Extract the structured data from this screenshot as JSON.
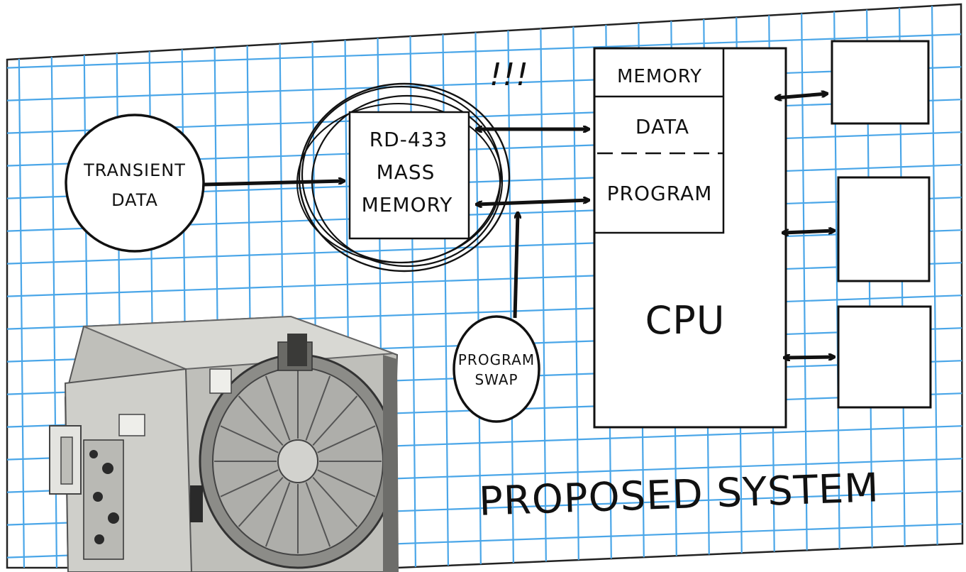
{
  "diagram": {
    "nodes": {
      "transient": [
        "TRANSIENT",
        "DATA"
      ],
      "mass_memory": [
        "RD-433",
        "MASS",
        "MEMORY"
      ],
      "program_swap": [
        "PROGRAM",
        "SWAP"
      ],
      "memory_header": "MEMORY",
      "data": "DATA",
      "program": "PROGRAM",
      "cpu": "CPU"
    },
    "exclaim": "!!!",
    "caption": "PROPOSED SYSTEM",
    "edges": [
      {
        "from": "TRANSIENT DATA",
        "to": "RD-433 MASS MEMORY"
      },
      {
        "from": "RD-433 MASS MEMORY",
        "to": "DATA",
        "bidirectional": true
      },
      {
        "from": "RD-433 MASS MEMORY",
        "to": "PROGRAM",
        "bidirectional": true
      },
      {
        "from": "PROGRAM SWAP",
        "to": "RD-433 MASS MEMORY"
      },
      {
        "from": "CPU",
        "to": "peripheral-1",
        "bidirectional": true
      },
      {
        "from": "CPU",
        "to": "peripheral-2",
        "bidirectional": true
      },
      {
        "from": "CPU",
        "to": "peripheral-3",
        "bidirectional": true
      }
    ]
  },
  "colors": {
    "grid": "#4aa6e8",
    "paper": "#ffffff",
    "ink": "#111111",
    "device_body": "#c8c8c4",
    "device_dark": "#2a2a2a"
  },
  "icons": [
    "disk-drive-unit-photo"
  ]
}
